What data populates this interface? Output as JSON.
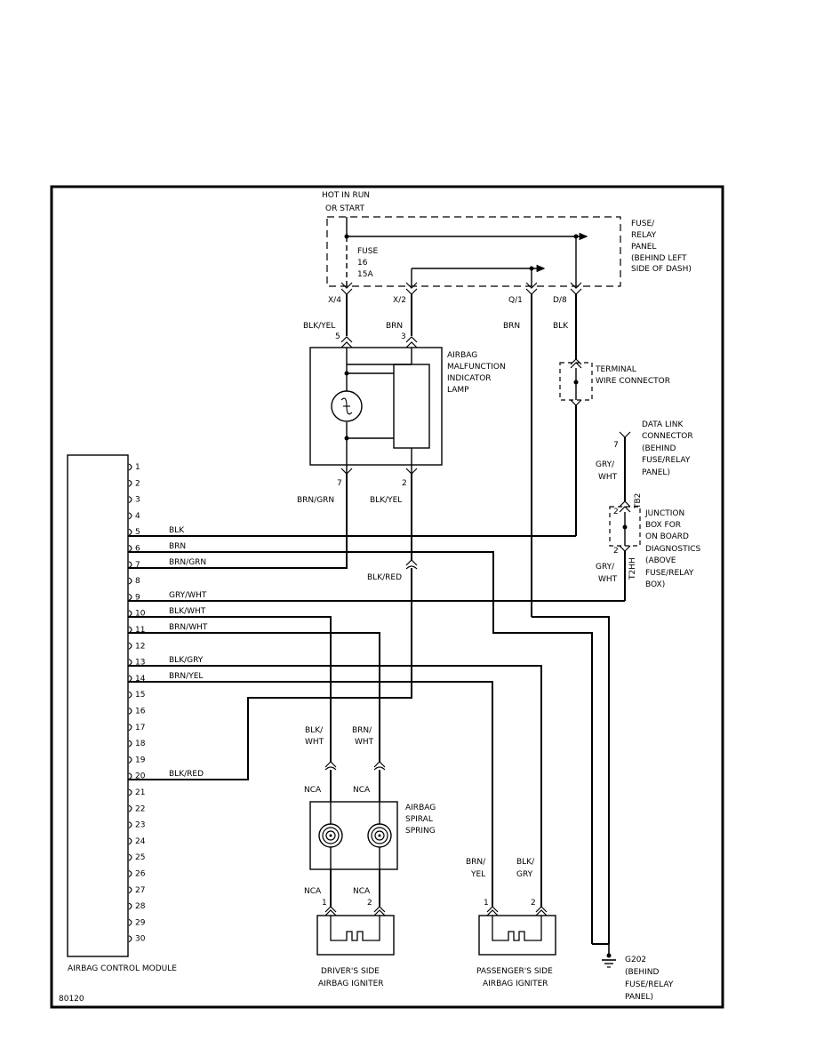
{
  "fuse_panel": {
    "hot_line1": "HOT IN RUN",
    "hot_line2": "OR START",
    "panel_label": [
      "FUSE/",
      "RELAY",
      "PANEL",
      "(BEHIND LEFT",
      "SIDE OF DASH)"
    ],
    "fuse_label": [
      "FUSE",
      "16",
      "15A"
    ],
    "pins": [
      "X/4",
      "X/2",
      "Q/1",
      "D/8"
    ]
  },
  "lamp": {
    "label": [
      "AIRBAG",
      "MALFUNCTION",
      "INDICATOR",
      "LAMP"
    ],
    "wire_top_left": "BLK/YEL",
    "pin_top_left": "5",
    "wire_top_right": "BRN",
    "pin_top_right": "3",
    "pin_bottom_left": "7",
    "pin_bottom_right": "2",
    "wire_bottom_left": "BRN/GRN",
    "wire_bottom_right": "BLK/YEL",
    "wire_below_connector": "BLK/RED"
  },
  "wires_top": {
    "q1_wire": "BRN",
    "d8_wire": "BLK"
  },
  "terminal_connector": [
    "TERMINAL",
    "WIRE CONNECTOR"
  ],
  "data_link": {
    "label": [
      "DATA LINK",
      "CONNECTOR",
      "(BEHIND",
      "FUSE/RELAY",
      "PANEL)"
    ],
    "pin": "7",
    "wire": [
      "GRY/",
      "WHT"
    ]
  },
  "junction_box": {
    "label": [
      "JUNCTION",
      "BOX FOR",
      "ON BOARD",
      "DIAGNOSTICS",
      "(ABOVE",
      "FUSE/RELAY",
      "BOX)"
    ],
    "code_top": "TB2",
    "code_bottom": "T2HH",
    "pin_top": "2",
    "pin_bottom": "2",
    "wire": [
      "GRY/",
      "WHT"
    ]
  },
  "module": {
    "label": "AIRBAG CONTROL MODULE",
    "pins": [
      "1",
      "2",
      "3",
      "4",
      "5",
      "6",
      "7",
      "8",
      "9",
      "10",
      "11",
      "12",
      "13",
      "14",
      "15",
      "16",
      "17",
      "18",
      "19",
      "20",
      "21",
      "22",
      "23",
      "24",
      "25",
      "26",
      "27",
      "28",
      "29",
      "30"
    ],
    "pin_wires": [
      {
        "pin": "5",
        "wire": "BLK"
      },
      {
        "pin": "6",
        "wire": "BRN"
      },
      {
        "pin": "7",
        "wire": "BRN/GRN"
      },
      {
        "pin": "9",
        "wire": "GRY/WHT"
      },
      {
        "pin": "10",
        "wire": "BLK/WHT"
      },
      {
        "pin": "11",
        "wire": "BRN/WHT"
      },
      {
        "pin": "13",
        "wire": "BLK/GRY"
      },
      {
        "pin": "14",
        "wire": "BRN/YEL"
      },
      {
        "pin": "20",
        "wire": "BLK/RED"
      }
    ]
  },
  "spiral": {
    "label": [
      "AIRBAG",
      "SPIRAL",
      "SPRING"
    ],
    "wire_left": [
      "BLK/",
      "WHT"
    ],
    "wire_right": [
      "BRN/",
      "WHT"
    ],
    "nca": "NCA"
  },
  "driver_igniter": {
    "label": [
      "DRIVER'S SIDE",
      "AIRBAG IGNITER"
    ],
    "pin1": "1",
    "pin2": "2",
    "nca": "NCA"
  },
  "passenger_igniter": {
    "label": [
      "PASSENGER'S SIDE",
      "AIRBAG IGNITER"
    ],
    "pin1": "1",
    "pin2": "2",
    "wire_left": [
      "BRN/",
      "YEL"
    ],
    "wire_right": [
      "BLK/",
      "GRY"
    ]
  },
  "ground": {
    "label": [
      "G202",
      "(BEHIND",
      "FUSE/RELAY",
      "PANEL)"
    ]
  },
  "figure_id": "80120"
}
